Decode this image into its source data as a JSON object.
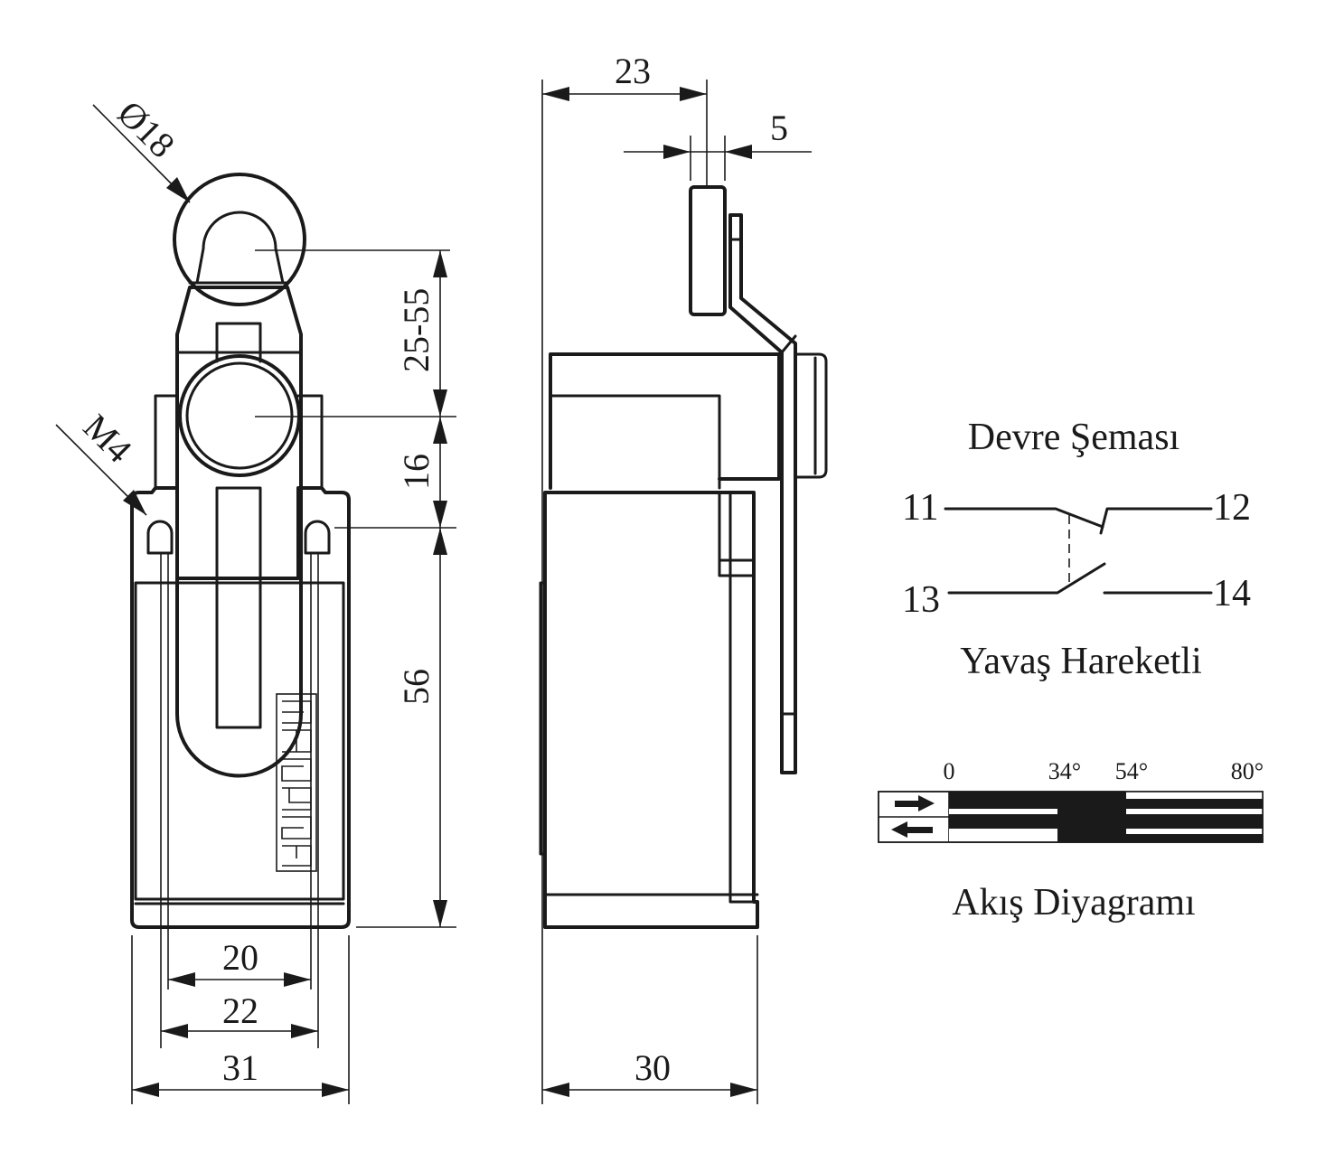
{
  "front_view": {
    "roller_diameter_label": "Ø18",
    "thread_label": "M4",
    "dim_travel": "25-55",
    "dim_pivot": "16",
    "dim_body_height": "56",
    "dim_hole_spacing_1": "20",
    "dim_hole_spacing_2": "22",
    "dim_body_width": "31"
  },
  "side_view": {
    "dim_arm_offset": "23",
    "dim_roller_width": "5",
    "dim_body_depth": "30"
  },
  "circuit": {
    "title": "Devre Şeması",
    "terminal_11": "11",
    "terminal_12": "12",
    "terminal_13": "13",
    "terminal_14": "14",
    "subtitle": "Yavaş Hareketli"
  },
  "flow_diagram": {
    "title": "Akış Diyagramı",
    "angle_0": "0",
    "angle_34": "34°",
    "angle_54": "54°",
    "angle_80": "80°"
  }
}
